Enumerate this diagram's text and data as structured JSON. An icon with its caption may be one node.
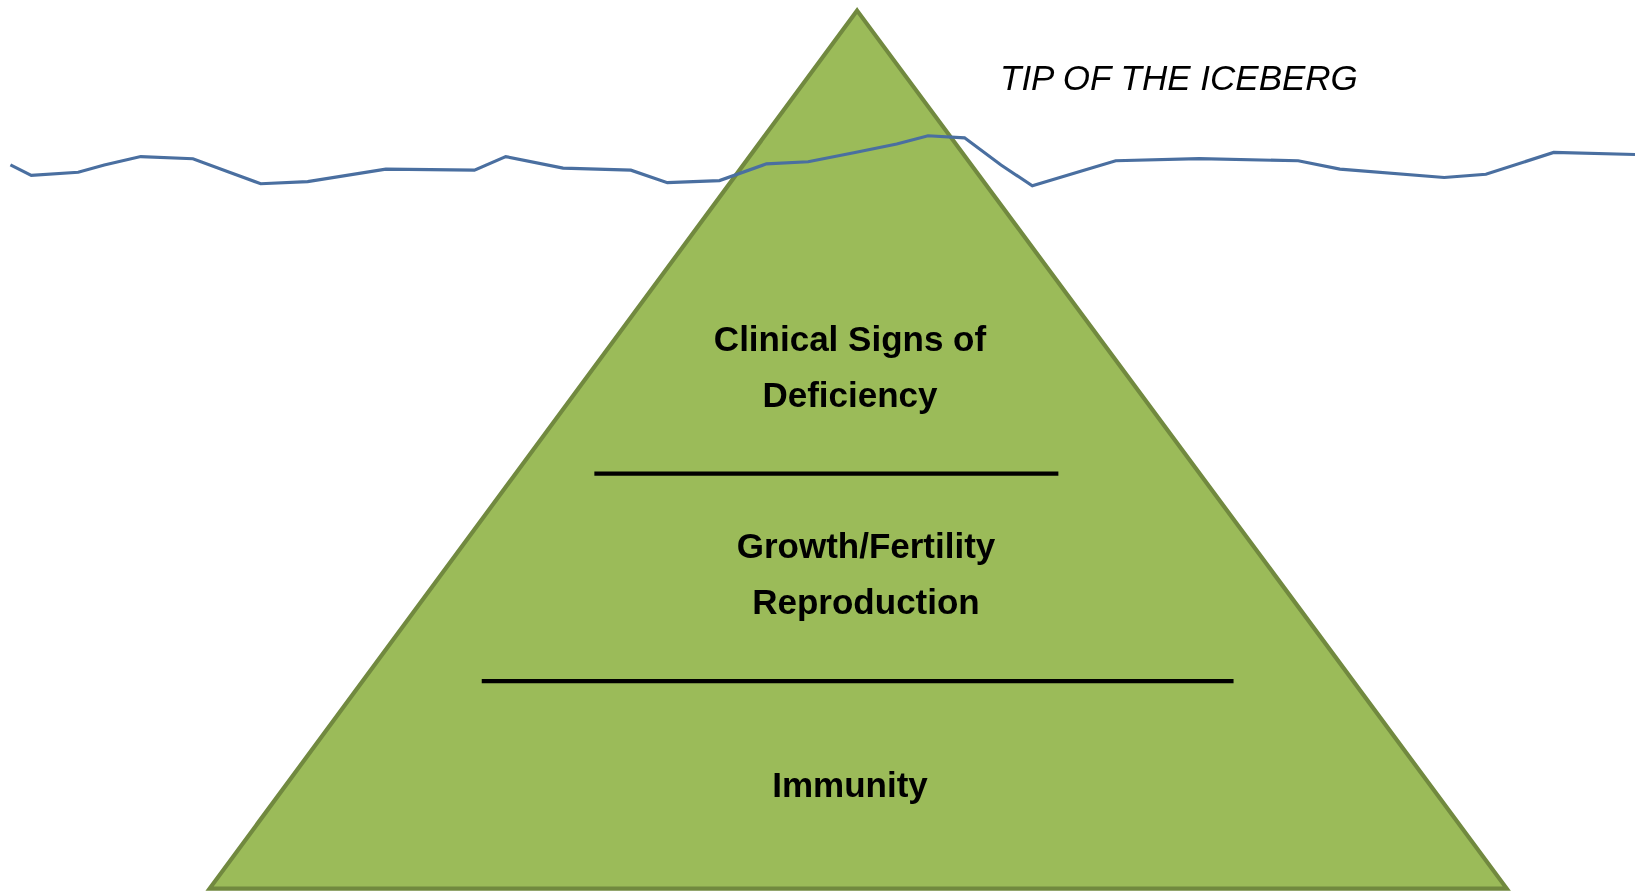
{
  "diagram": {
    "nodes": [
      {
        "text": [
          "Clinical Signs of Deficiency"
        ]
      },
      {
        "text": [
          "Growth/Fertility Reproduction"
        ]
      },
      {
        "text": [
          "Immunity"
        ]
      }
    ],
    "labels": [
      "TIP OF THE ICEBERG"
    ]
  }
}
